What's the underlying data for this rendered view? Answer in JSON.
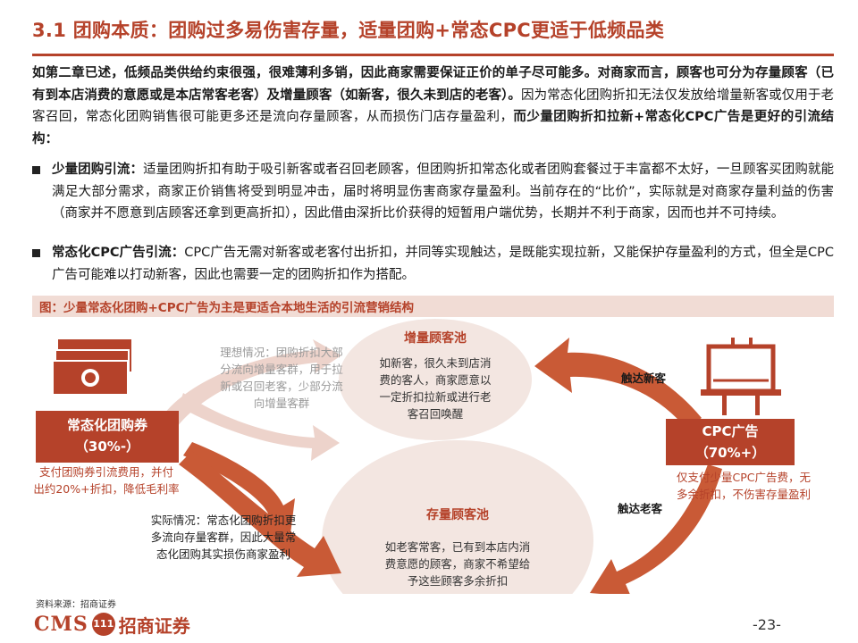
{
  "title": "3.1 团购本质：团购过多易伤害存量，适量团购+常态CPC更适于低频品类",
  "intro": {
    "bold_part": "如第二章已述，低频品类供给约束很强，很难薄利多销，因此商家需要保证正价的单子尽可能多。对商家而言，顾客也可分为存量顾客（已有到本店消费的意愿或是本店常客老客）及增量顾客（如新客，很久未到店的老客）。",
    "normal_part": "因为常态化团购折扣无法仅发放给增量新客或仅用于老客召回，常态化团购销售很可能更多还是流向存量顾客，从而损伤门店存量盈利，",
    "bold_end": "而少量团购折扣拉新+常态化CPC广告是更好的引流结构："
  },
  "bullets": [
    {
      "lead": "少量团购引流：",
      "text": "适量团购折扣有助于吸引新客或者召回老顾客，但团购折扣常态化或者团购套餐过于丰富都不太好，一旦顾客买团购就能满足大部分需求，商家正价销售将受到明显冲击，届时将明显伤害商家存量盈利。当前存在的“比价”，实际就是对商家存量利益的伤害（商家并不愿意到店顾客还拿到更高折扣），因此借由深折比价获得的短暂用户端优势，长期并不利于商家，因而也并不可持续。"
    },
    {
      "lead": "常态化CPC广告引流：",
      "text": "CPC广告无需对新客或老客付出折扣，并同等实现触达，是既能实现拉新，又能保护存量盈利的方式，但全是CPC广告可能难以打动新客，因此也需要一定的团购折扣作为搭配。"
    }
  ],
  "figure_caption": "图：少量常态化团购+CPC广告为主是更适合本地生活的引流营销结构",
  "diagram": {
    "left_box": {
      "line1": "常态化团购券",
      "line2": "（30%-）"
    },
    "left_note": [
      "支付团购券引流费用，并付",
      "出约20%+折扣，降低毛利率"
    ],
    "right_box": {
      "line1": "CPC广告",
      "line2": "（70%+）"
    },
    "right_note": [
      "仅支付少量CPC广告费，无",
      "多余折扣，不伤害存量盈利"
    ],
    "top_pool": {
      "title": "增量顾客池",
      "desc": [
        "如新客，很久未到店消",
        "费的客人，商家愿意以",
        "一定折扣拉新或进行老",
        "客召回唤醒"
      ]
    },
    "bottom_pool": {
      "title": "存量顾客池",
      "desc": [
        "如老客常客，已有到本店内消",
        "费意愿的顾客，商家不希望给",
        "予这些顾客多余折扣"
      ]
    },
    "ideal": {
      "lead": "理想情况：",
      "lines": [
        "理想情况：团购折扣大部",
        "分流向增量客群，用于拉",
        "新或召回老客，少部分流",
        "向增量客群"
      ]
    },
    "actual": {
      "lines": [
        "实际情况：常态化团购折扣更",
        "多流向存量客群，因此大量常",
        "态化团购其实损伤商家盈利"
      ]
    },
    "reach_new": "触达新客",
    "reach_old": "触达老客"
  },
  "source": "资料来源：招商证券",
  "logo": {
    "cms": "CMS",
    "badge": "111",
    "name": "招商证券"
  },
  "page_number": "-23-",
  "colors": {
    "accent": "#b5422a",
    "arrow": "#c95a36",
    "pool": "#f3e6e1",
    "band": "#f1dcd5"
  }
}
